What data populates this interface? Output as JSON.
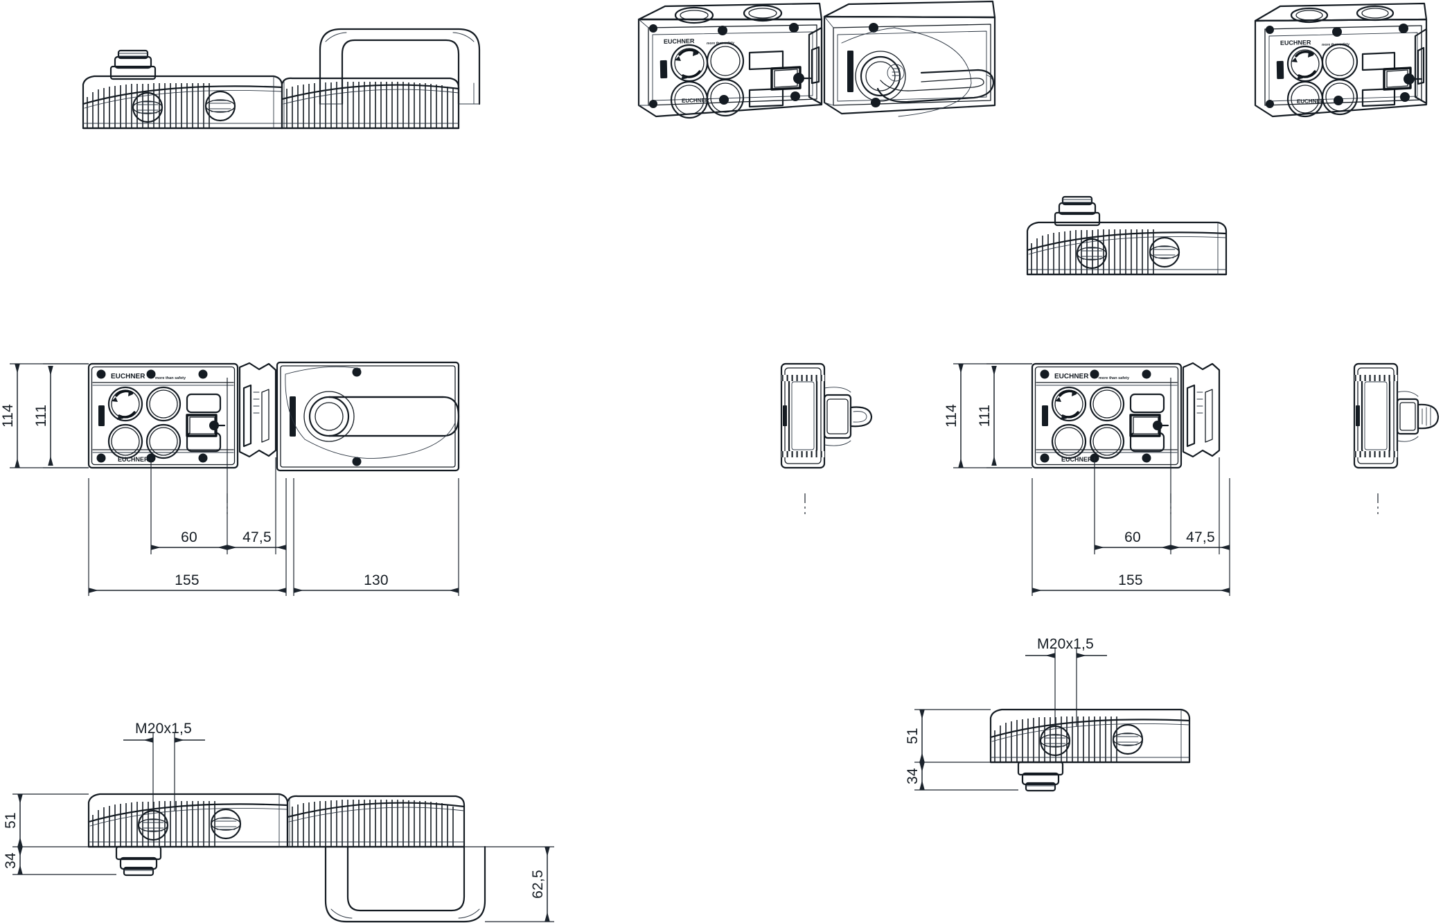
{
  "drawing": {
    "title": "Handle unit with keypad enclosure - dimensioned orthographic and isometric views",
    "units": "mm",
    "decimal_separator": ",",
    "line_color": "#141b22",
    "background_color": "#ffffff"
  },
  "brand": {
    "logo_text": "EUCHNER",
    "logo_suffix": "more than safety"
  },
  "dimensions": {
    "height_overall": "114",
    "height_body": "111",
    "offset_left": "60",
    "offset_right": "47,5",
    "width_body": "155",
    "width_handle": "130",
    "depth_body": "51",
    "depth_base": "34",
    "handle_projection": "62,5",
    "thread": "M20x1,5"
  },
  "views": {
    "top_left_iso": {
      "name": "top-view-left",
      "label": ""
    },
    "top_center_iso": {
      "name": "isometric-assembly-open",
      "label": ""
    },
    "top_right_iso": {
      "name": "isometric-module-single",
      "label": ""
    },
    "center_right_top": {
      "name": "top-view-module",
      "label": ""
    },
    "front_left": {
      "name": "front-view-assembly",
      "label": ""
    },
    "side_left_small": {
      "name": "side-view-handle",
      "label": ""
    },
    "front_right": {
      "name": "front-view-module",
      "label": ""
    },
    "side_right_small": {
      "name": "side-view-module",
      "label": ""
    },
    "bottom_left": {
      "name": "top-plan-view-assembly",
      "label": ""
    },
    "bottom_right": {
      "name": "top-plan-view-module",
      "label": ""
    }
  },
  "dimension_list": [
    {
      "id": "d-114",
      "value": "114",
      "orientation": "vertical",
      "view": "front-view-assembly"
    },
    {
      "id": "d-111",
      "value": "111",
      "orientation": "vertical",
      "view": "front-view-assembly"
    },
    {
      "id": "d-60",
      "value": "60",
      "orientation": "horizontal",
      "view": "front-view-assembly"
    },
    {
      "id": "d-475",
      "value": "47,5",
      "orientation": "horizontal",
      "view": "front-view-assembly"
    },
    {
      "id": "d-155",
      "value": "155",
      "orientation": "horizontal",
      "view": "front-view-assembly"
    },
    {
      "id": "d-130",
      "value": "130",
      "orientation": "horizontal",
      "view": "front-view-assembly"
    },
    {
      "id": "d-m20a",
      "value": "M20x1,5",
      "orientation": "horizontal",
      "view": "top-plan-view-assembly"
    },
    {
      "id": "d-51a",
      "value": "51",
      "orientation": "vertical",
      "view": "top-plan-view-assembly"
    },
    {
      "id": "d-34a",
      "value": "34",
      "orientation": "vertical",
      "view": "top-plan-view-assembly"
    },
    {
      "id": "d-625",
      "value": "62,5",
      "orientation": "vertical",
      "view": "top-plan-view-assembly"
    },
    {
      "id": "d-114b",
      "value": "114",
      "orientation": "vertical",
      "view": "front-view-module"
    },
    {
      "id": "d-111b",
      "value": "111",
      "orientation": "vertical",
      "view": "front-view-module"
    },
    {
      "id": "d-60b",
      "value": "60",
      "orientation": "horizontal",
      "view": "front-view-module"
    },
    {
      "id": "d-475b",
      "value": "47,5",
      "orientation": "horizontal",
      "view": "front-view-module"
    },
    {
      "id": "d-155b",
      "value": "155",
      "orientation": "horizontal",
      "view": "front-view-module"
    },
    {
      "id": "d-m20b",
      "value": "M20x1,5",
      "orientation": "horizontal",
      "view": "top-plan-view-module"
    },
    {
      "id": "d-51b",
      "value": "51",
      "orientation": "vertical",
      "view": "top-plan-view-module"
    },
    {
      "id": "d-34b",
      "value": "34",
      "orientation": "vertical",
      "view": "top-plan-view-module"
    }
  ]
}
